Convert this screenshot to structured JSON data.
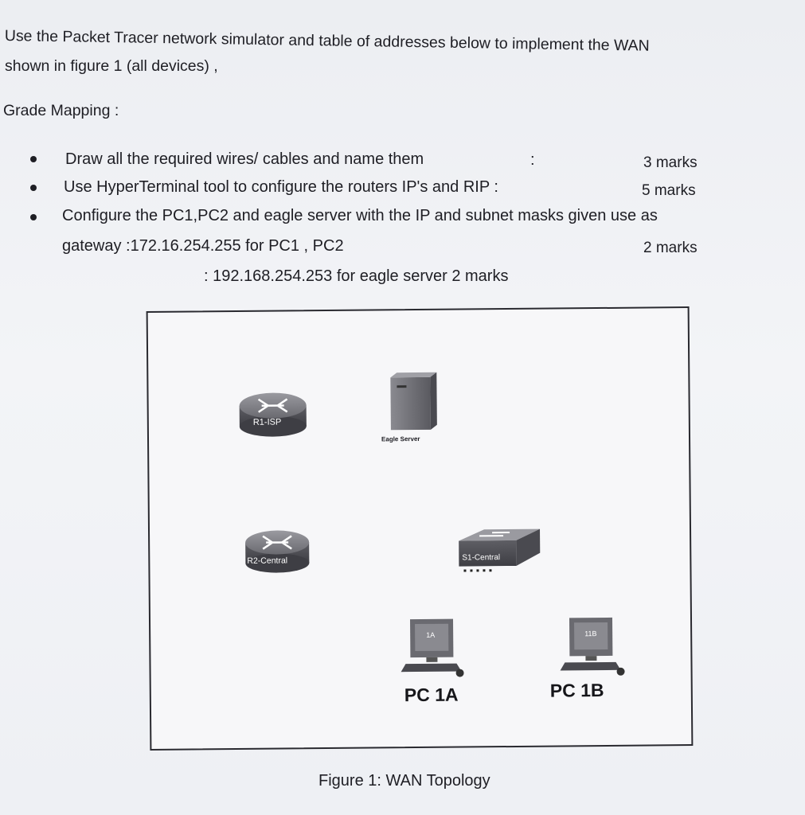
{
  "intro": {
    "line1": "Use the Packet Tracer network simulator and table of addresses below to implement the WAN",
    "line2": "shown in figure 1  (all devices) ,"
  },
  "grade": {
    "heading": "Grade Mapping :",
    "items": [
      {
        "text": "Draw all the required wires/ cables and name them",
        "sep": ":",
        "marks": "3 marks"
      },
      {
        "text": "Use HyperTerminal tool to configure the routers  IP's and RIP :",
        "marks": "5 marks"
      },
      {
        "text": "Configure the PC1,PC2 and eagle server with the IP and subnet masks given use as"
      }
    ],
    "gateway1": "gateway :172.16.254.255   for PC1 , PC2",
    "gateway1_marks": "2 marks",
    "gateway2": ": 192.168.254.253 for eagle server 2 marks"
  },
  "figure": {
    "devices": {
      "r1": "R1-ISP",
      "server": "Eagle Server",
      "r2": "R2-Central",
      "switch": "S1-Central",
      "pc1a_screen": "1A",
      "pc1b_screen": "11B",
      "pc1a": "PC 1A",
      "pc1b": "PC 1B"
    },
    "caption": "Figure 1: WAN Topology"
  },
  "colors": {
    "device_gray": "#7a7a80",
    "device_dark": "#55555c",
    "text": "#1e1e24"
  }
}
